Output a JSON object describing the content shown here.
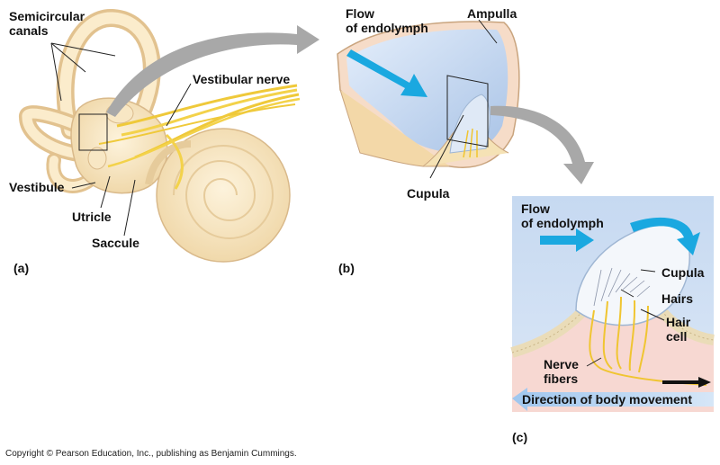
{
  "panels": {
    "a": "(a)",
    "b": "(b)",
    "c": "(c)"
  },
  "labels_a": {
    "semicircular_canals": "Semicircular\ncanals",
    "vestibular_nerve": "Vestibular nerve",
    "vestibule": "Vestibule",
    "utricle": "Utricle",
    "saccule": "Saccule"
  },
  "labels_b": {
    "flow_of_endolymph": "Flow\nof endolymph",
    "ampulla": "Ampulla",
    "cupula": "Cupula"
  },
  "labels_c": {
    "flow_of_endolymph": "Flow\nof endolymph",
    "cupula": "Cupula",
    "hairs": "Hairs",
    "hair_cell": "Hair\ncell",
    "nerve_fibers": "Nerve\nfibers",
    "direction_of_body_movement": "Direction of body movement"
  },
  "copyright": "Copyright © Pearson Education, Inc., publishing as Benjamin Cummings.",
  "colors": {
    "bone": "#f6e6c2",
    "bone_edge": "#d9b98a",
    "nerve": "#f3d24a",
    "endolymph_arrow": "#1aa8e0",
    "fluid": "#c9dcf2",
    "pink": "#f7d8d2",
    "gray_arrow": "#a8a8a8"
  }
}
